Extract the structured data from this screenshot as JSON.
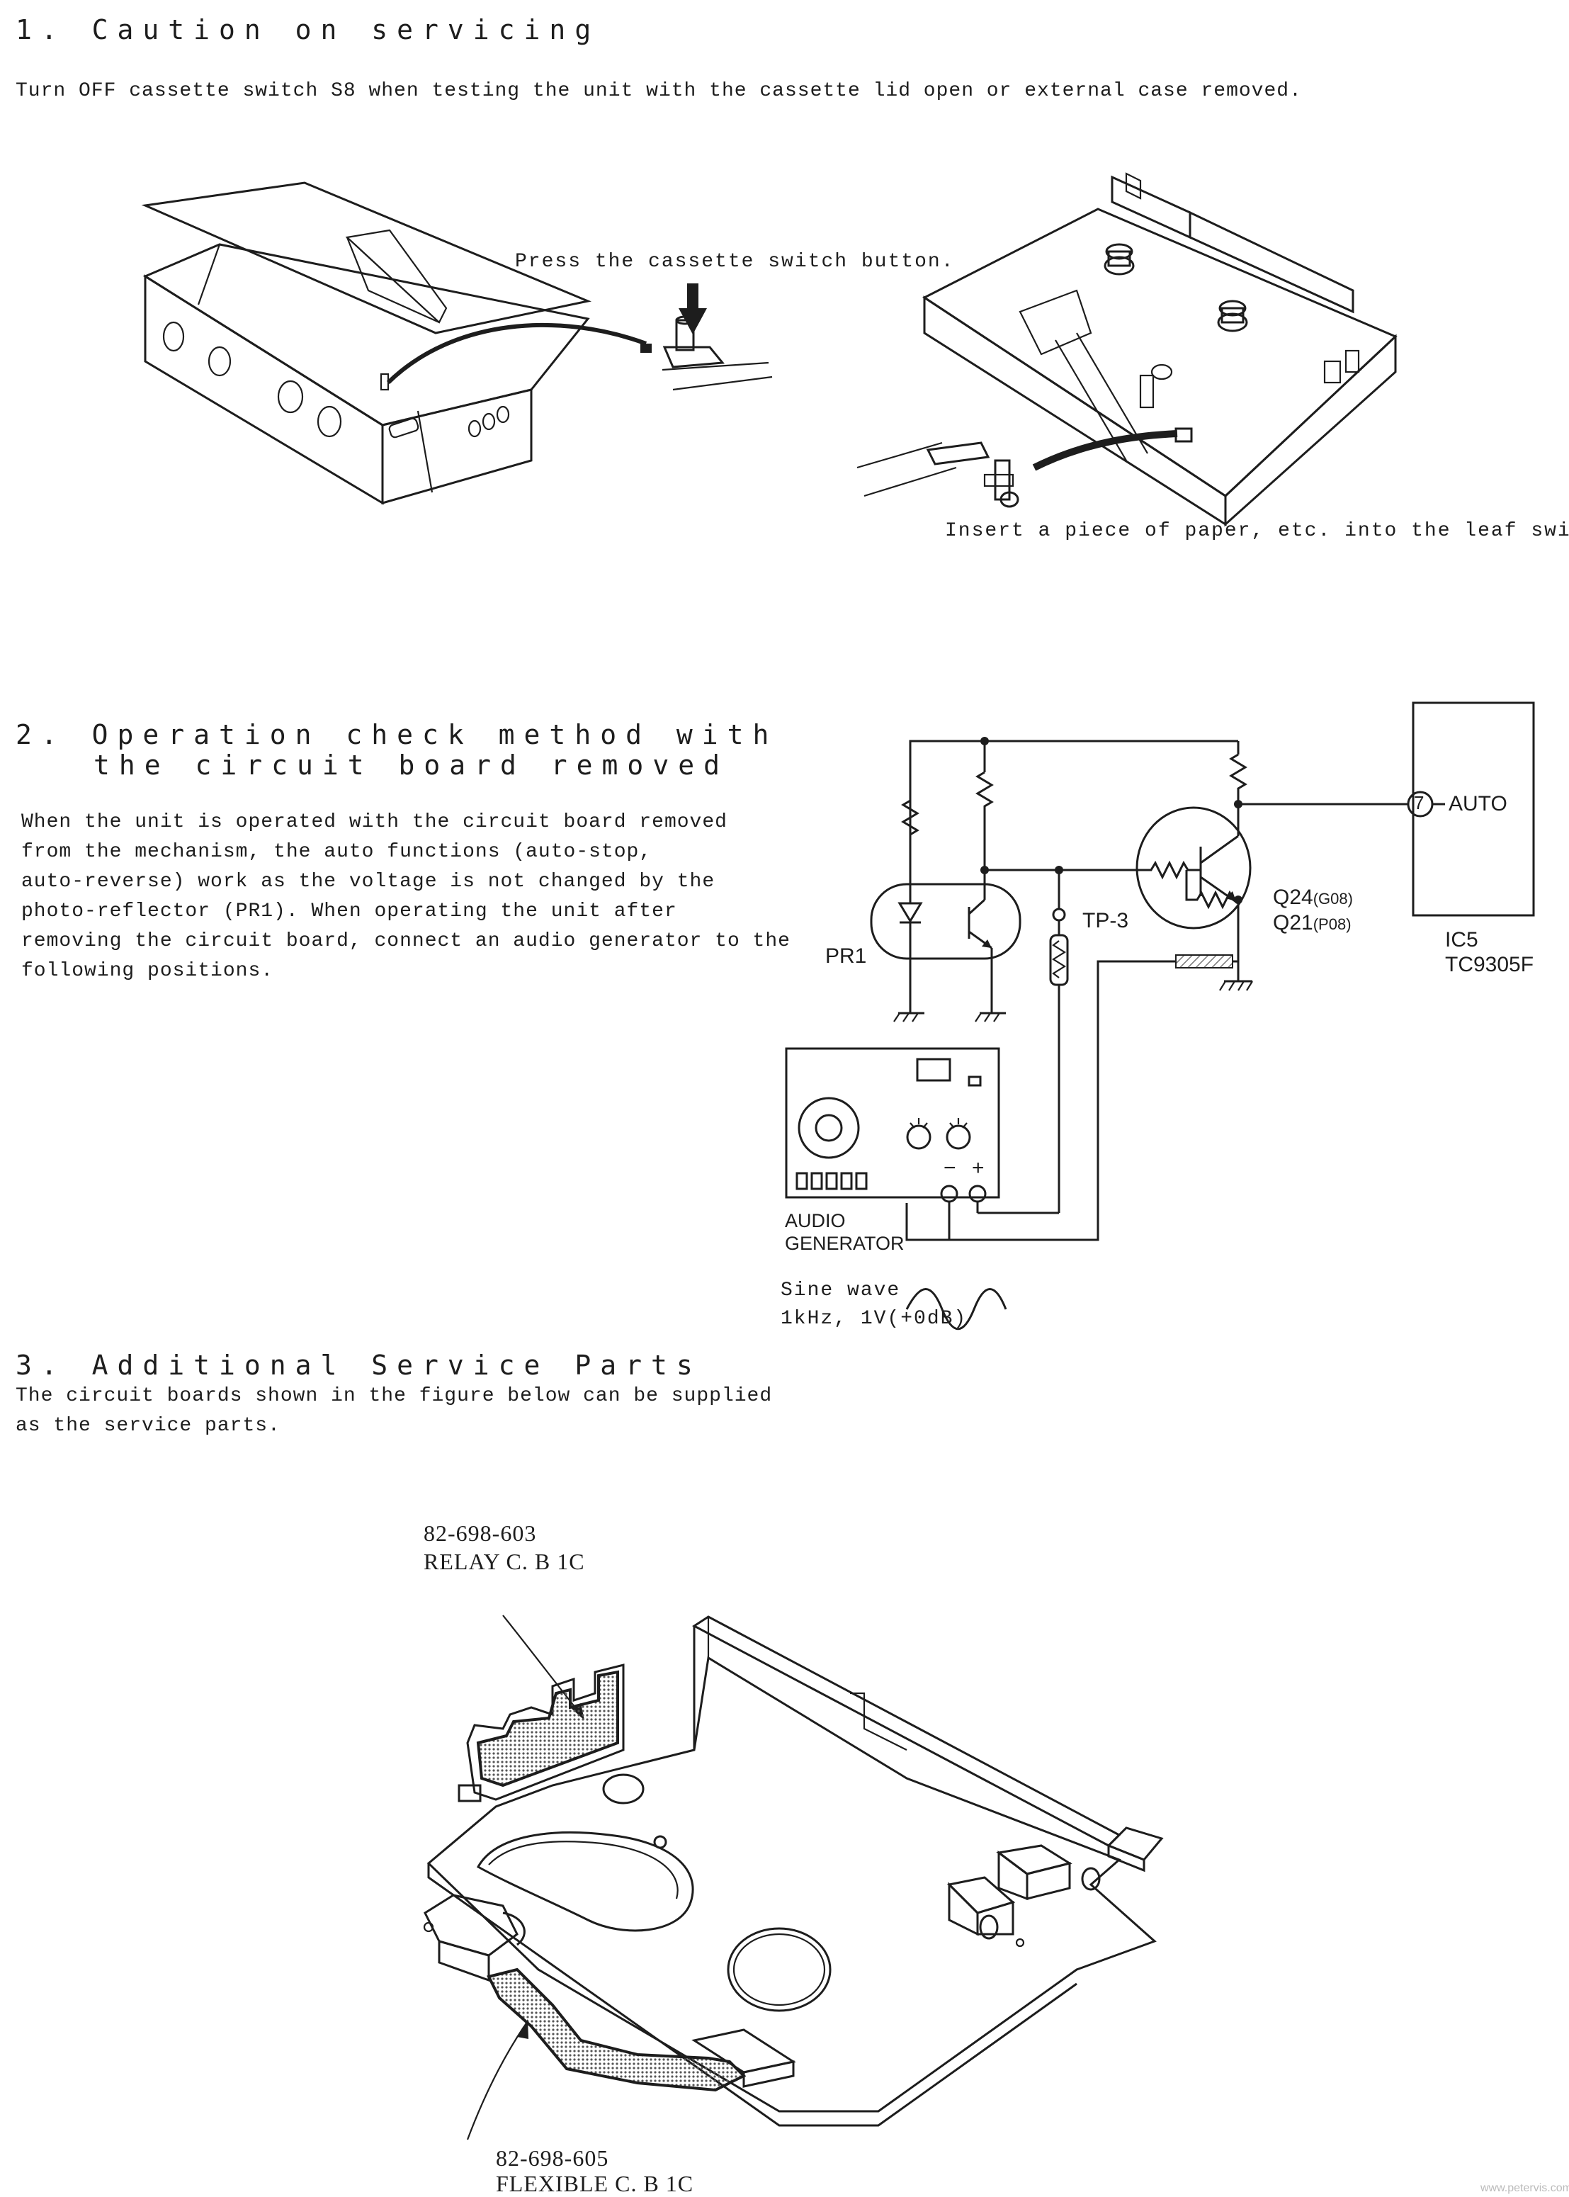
{
  "section1": {
    "heading": "1. Caution on servicing",
    "instruction": "Turn OFF cassette switch S8 when testing the unit with the cassette lid open or external case removed.",
    "callout_press": "Press the cassette switch button.",
    "callout_insert": "Insert a piece of paper, etc. into the leaf switch."
  },
  "section2": {
    "heading_line1": "2. Operation check method with",
    "heading_line2": "the circuit board removed",
    "paragraph_lines": [
      "When the unit is operated with the circuit board removed",
      "from the mechanism, the auto functions (auto-stop,",
      "auto-reverse) work as the voltage is not changed by the",
      "photo-reflector (PR1). When operating the unit after",
      "removing the circuit board, connect an audio generator to the",
      "following positions."
    ],
    "schematic": {
      "pr_label": "PR1",
      "tp_label": "TP-3",
      "q24_label": "Q24",
      "q24_variant": "(G08)",
      "q21_label": "Q21",
      "q21_variant": "(P08)",
      "pin_number": "7",
      "pin_name": "AUTO",
      "ic_name": "IC5",
      "ic_part": "TC9305F",
      "generator_line1": "AUDIO",
      "generator_line2": "GENERATOR",
      "minus_sign": "−",
      "plus_sign": "+",
      "sine_label": "Sine wave",
      "sine_spec": "1kHz, 1V(+0dB)"
    }
  },
  "section3": {
    "heading": "3. Additional Service Parts",
    "paragraph_lines": [
      "The circuit boards shown in the figure below can be supplied",
      "as the service parts."
    ],
    "relay_part_number": "82-698-603",
    "relay_name": "RELAY C. B 1C",
    "flexible_part_number": "82-698-605",
    "flexible_name": "FLEXIBLE C. B 1C"
  },
  "footer": {
    "watermark": "www.petervis.com"
  },
  "colors": {
    "ink": "#1d1d1d",
    "paper": "#ffffff",
    "hatch": "#777777"
  }
}
